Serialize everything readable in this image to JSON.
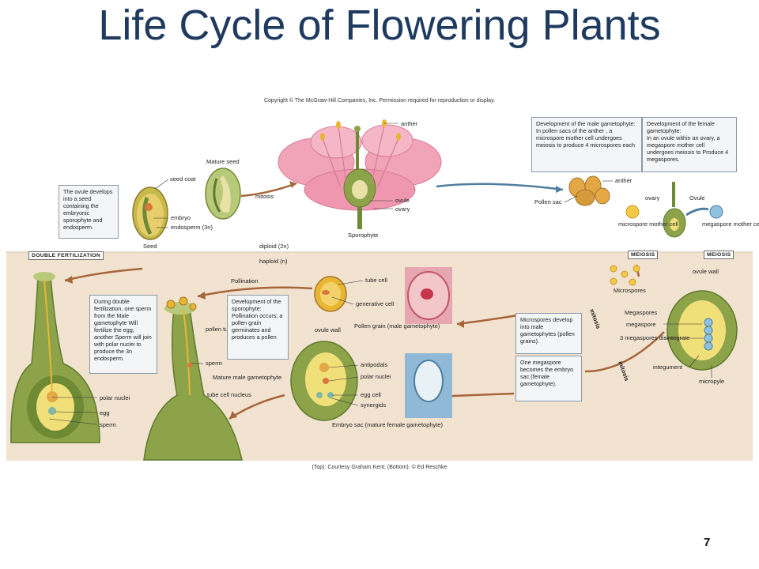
{
  "title": "Life Cycle of Flowering Plants",
  "copyright": "Copyright © The McGraw-Hill Companies, Inc. Permission required for reproduction or display.",
  "credit": "(Top): Courtesy Graham Kent; (Bottom): © Ed Reschke",
  "page_number": "7",
  "zones": {
    "diploid": "diploid (2n)",
    "haploid": "haploid (n)"
  },
  "tags": {
    "double_fertilization": "DOUBLE FERTILIZATION",
    "meiosis_left": "MEIOSIS",
    "meiosis_right": "MEIOSIS"
  },
  "boxes": {
    "male_dev_title": "Development of the male gametophyte:",
    "male_dev_body": "In pollen sacs of the anther , a microspore mother cell undergoes meiosis to produce 4 microspores each",
    "female_dev_title": "Development of the female gametophyte:",
    "female_dev_body": "In an ovule within an ovary, a megaspore mother cell undergoes meiosis to Produce 4 megaspores.",
    "ovule_seed": "The ovule develops into a seed containing the embryonic sporophyte and endosperm.",
    "double_fert": "During double fertilization, one sperm from the Male gametophyte Will fertilize the egg; another Sperm will join with polar nuclei to produce the 3n endosperm.",
    "sporophyte_dev": "Development of the sporophyte:",
    "sporophyte_dev_body": "Pollination occurs; a pollen grain germinates and produces a pollen",
    "microspores_dev": "Microspores develop into male gametophytes (pollen grains).",
    "megaspore_dev": "One megaspore becomes the embryo sac (female gametophyte)."
  },
  "labels": {
    "anther_top": "anther",
    "ovule_top": "ovule",
    "ovary_top": "ovary",
    "sporophyte": "Sporophyte",
    "mitosis_top": "mitosis",
    "mature_seed": "Mature seed",
    "seed_coat": "seed coat",
    "embryo": "embryo",
    "endosperm": "endosperm (3n)",
    "seed": "Seed",
    "anther_right": "anther",
    "pollen_sac": "Pollen sac",
    "ovary_right": "ovary",
    "ovule_right": "Ovule",
    "microspore_mother_cell": "microspore mother cell",
    "megaspore_mother_cell": "megaspore mother cell",
    "microspores": "Microspores",
    "mitosis_mid": "mitosis",
    "mitosis_low": "mitosis",
    "ovule_wall_right": "ovule wall",
    "megaspores": "Megaspores",
    "megaspore": "megaspore",
    "three_megaspores": "3 megaspores disintegrate",
    "integument": "integument",
    "micropyle": "micropyle",
    "pollination": "Pollination",
    "tube_cell": "tube cell",
    "generative_cell": "generative cell",
    "pollen_grain": "Pollen grain (male gametophyte)",
    "ovule_wall_mid": "ovule wall",
    "antipodals": "antipodals",
    "polar_nuclei_mid": "polar nuclei",
    "egg_cell": "egg cell",
    "synergids": "synergids",
    "embryo_sac": "Embryo sac (mature female gametophyte)",
    "pollen_tube": "pollen tube",
    "sperm_mid": "sperm",
    "mature_male": "Mature male gametophyte",
    "tube_cell_nucleus": "tube cell nucleus",
    "polar_nuclei_left": "polar nuclei",
    "egg": "egg",
    "sperm_left": "sperm"
  },
  "colors": {
    "title": "#1f3a5f",
    "diploid_band": "#ffffff",
    "haploid_band": "#f1e3d0",
    "arrow": "#a7653a",
    "arrow_blue": "#4e7fa0",
    "petal": "#f1a3b8",
    "plant_green": "#8da34a",
    "pollen_yellow": "#e9b634"
  }
}
